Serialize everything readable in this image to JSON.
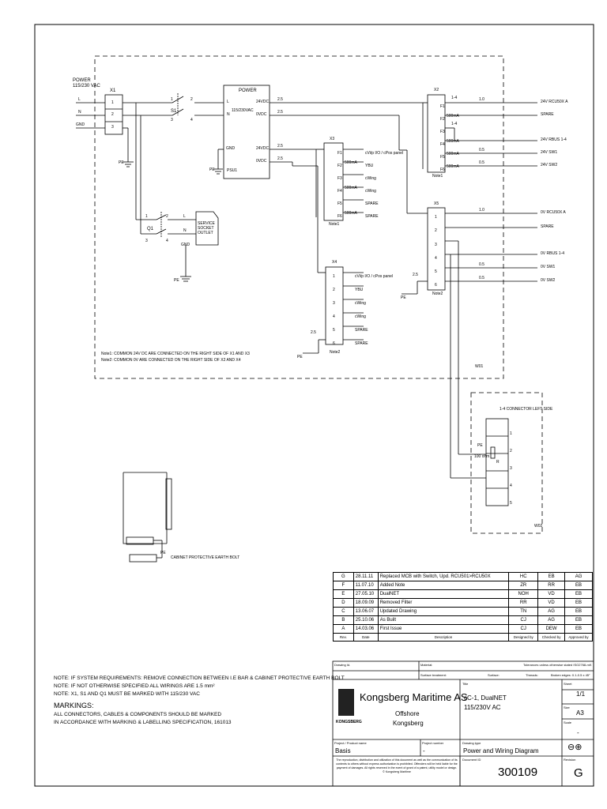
{
  "power_label": [
    "POWER",
    "115/230 VAC"
  ],
  "x1": {
    "label": "X1",
    "pins": [
      "1",
      "2",
      "3"
    ],
    "wires": [
      "L",
      "N",
      "GND"
    ],
    "pe": "PE"
  },
  "s1": {
    "label": "S1",
    "pins": [
      "1",
      "2",
      "3",
      "4"
    ]
  },
  "psu": {
    "title": "POWER",
    "in": "115/230VAC",
    "pins_in": [
      "L",
      "N"
    ],
    "gnd": "GND",
    "name": "PSU1",
    "out": [
      "24VDC",
      "0VDC",
      "24VDC",
      "0VDC"
    ],
    "pe": "PE"
  },
  "wire_sizes": [
    "2.5",
    "2.5",
    "2.5",
    "2.5"
  ],
  "q1": {
    "label": "Q1",
    "pins": [
      "1",
      "2",
      "3",
      "4"
    ],
    "outlet": [
      "SERVICE",
      "SOCKET",
      "OUTLET"
    ],
    "wires": [
      "L",
      "N",
      "GND"
    ],
    "pe": "PE"
  },
  "x3": {
    "label": "X3",
    "fuses": [
      "F1",
      "F2",
      "F3",
      "F4",
      "F5",
      "F6"
    ],
    "ratings": [
      "500mA",
      "500mA",
      "500mA"
    ],
    "outs": [
      "cVi/p I/O / cPos panel",
      "YBU",
      "cWing",
      "cWing",
      "SPARE",
      "SPARE"
    ],
    "note": "Note1"
  },
  "x2": {
    "label": "X2",
    "fuses": [
      "F1",
      "F2",
      "F3",
      "F4",
      "F5",
      "F6"
    ],
    "ratings": [
      "500mA",
      "500mA",
      "500mA",
      "500mA"
    ],
    "note": "Note1",
    "wires": [
      "1.0",
      "0.5",
      "0.5"
    ],
    "outs": [
      "24V RCU50X A",
      "SPARE",
      "24V RBUS 1-4",
      "24V SW1",
      "24V SW2"
    ],
    "extra": [
      "1-4",
      "1-4"
    ]
  },
  "x4": {
    "label": "X4",
    "pins": [
      "1",
      "2",
      "3",
      "4",
      "5",
      "6"
    ],
    "outs": [
      "cVi/p I/O / cPos panel",
      "YBU",
      "cWing",
      "cWing",
      "SPARE",
      "SPARE"
    ],
    "note": "Note2",
    "pe_wire": "2.5",
    "pe": "PE"
  },
  "x5": {
    "label": "X5",
    "pins": [
      "1",
      "2",
      "3",
      "4",
      "5",
      "6"
    ],
    "note": "Note2",
    "wires": [
      "1.0",
      "0.5",
      "0.5"
    ],
    "outs": [
      "0V RCU50X A",
      "SPARE",
      "0V RBUS 1-4",
      "0V SW1",
      "0V SW2"
    ],
    "pe_wire": "2.5",
    "pe": "PE"
  },
  "frame_notes": [
    "Note1: COMMON 24V DC ARE CONNECTED ON THE RIGHT SIDE OF X1 AND X3",
    "Note2: COMMON 0V ARE CONNECTED ON THE RIGHT SIDE OF X2 AND X4"
  ],
  "w01": "W01",
  "connector": {
    "title": "1-4 CONNECTOR LEFT SIDE",
    "pins": [
      "1",
      "2",
      "3",
      "4",
      "5"
    ],
    "resistor": "100 ohm",
    "r": "R",
    "pe": "PE",
    "w": "W02"
  },
  "cabinet": {
    "pe_label": "PE",
    "bolt_label": "CABINET PROTECTIVE EARTH BOLT"
  },
  "notes": [
    "NOTE: IF SYSTEM REQUIREMENTS: REMOVE CONNECTION BETWEEN I.E BAR & CABINET PROTECTIVE EARTH BOLT",
    "NOTE: IF NOT OTHERWISE SPECIFIED ALL WIRINGS ARE 1.5 mm²",
    "NOTE: X1, S1 AND Q1 MUST BE MARKED WITH 115/230 VAC"
  ],
  "markings_title": "MARKINGS:",
  "markings": [
    "ALL CONNECTORS, CABLES & COMPONENTS SHOULD BE MARKED",
    "IN ACCORDANCE WITH  MARKING & LABELLING SPECIFICATION, 161013"
  ],
  "revisions": [
    {
      "rev": "G",
      "date": "28.11.11",
      "desc": "Replaced MCB with Switch, Upd. RCU501>RCU50X",
      "designed": "HC",
      "checked": "EB",
      "approved": "AG"
    },
    {
      "rev": "F",
      "date": "11.07.10",
      "desc": "Added Note",
      "designed": "ZR",
      "checked": "RR",
      "approved": "EB"
    },
    {
      "rev": "E",
      "date": "27.05.10",
      "desc": "DualNET",
      "designed": "NOH",
      "checked": "VD",
      "approved": "EB"
    },
    {
      "rev": "D",
      "date": "18.09.09",
      "desc": "Removed Filter",
      "designed": "RR",
      "checked": "VD",
      "approved": "EB"
    },
    {
      "rev": "C",
      "date": "13.06.07",
      "desc": "Updated Drawing",
      "designed": "TN",
      "checked": "AG",
      "approved": "EB"
    },
    {
      "rev": "B",
      "date": "25.10.06",
      "desc": "As Built",
      "designed": "CJ",
      "checked": "AG",
      "approved": "EB"
    },
    {
      "rev": "A",
      "date": "14.03.06",
      "desc": "First Issue",
      "designed": "CJ",
      "checked": "DEW",
      "approved": "EB"
    }
  ],
  "rev_header": {
    "rev": "Rev.",
    "date": "Date",
    "desc": "Description",
    "designed": "Designed by",
    "checked": "Checked by",
    "approved": "Approved by"
  },
  "titleblock": {
    "drawing_id": "Drawing Id.",
    "material": "Material:",
    "tolerances": "Tolerances unless otherwise stated ISO2768-mK",
    "surface_treatment": "Surface treatment:",
    "surface": "Surface:",
    "threads": "Threads:",
    "broken_edges": "Broken edges: 0.1-0.5 x 45°",
    "company": "Kongsberg Maritime AS",
    "dept": "Offshore",
    "city": "Kongsberg",
    "logo_text": "KONGSBERG",
    "title_lbl": "Title",
    "title_lines": [
      "cC-1, DualNET",
      "115/230V AC"
    ],
    "sheet_lbl": "Sheet",
    "sheet": "1/1",
    "size_lbl": "Size",
    "size": "A3",
    "scale_lbl": "Scale",
    "scale": "-",
    "project_lbl": "Project / Product name",
    "project": "Basis",
    "projnum_lbl": "Project number",
    "projnum": "-",
    "drawing_type_lbl": "Drawing type",
    "drawing_type": "Power and Wiring Diagram",
    "copyright": [
      "The reproduction, distribution and utilization of this document as well as the communication of its",
      "contents to others without express authorization is prohibited. Offenders will be held liable for the",
      "payment of damages. All rights reserved in the event of grant of a patent, utility model or design.",
      "© Kongsberg Maritime"
    ],
    "doc_id_lbl": "Document ID",
    "doc_id": "300109",
    "revision_lbl": "Revision",
    "revision": "G"
  }
}
